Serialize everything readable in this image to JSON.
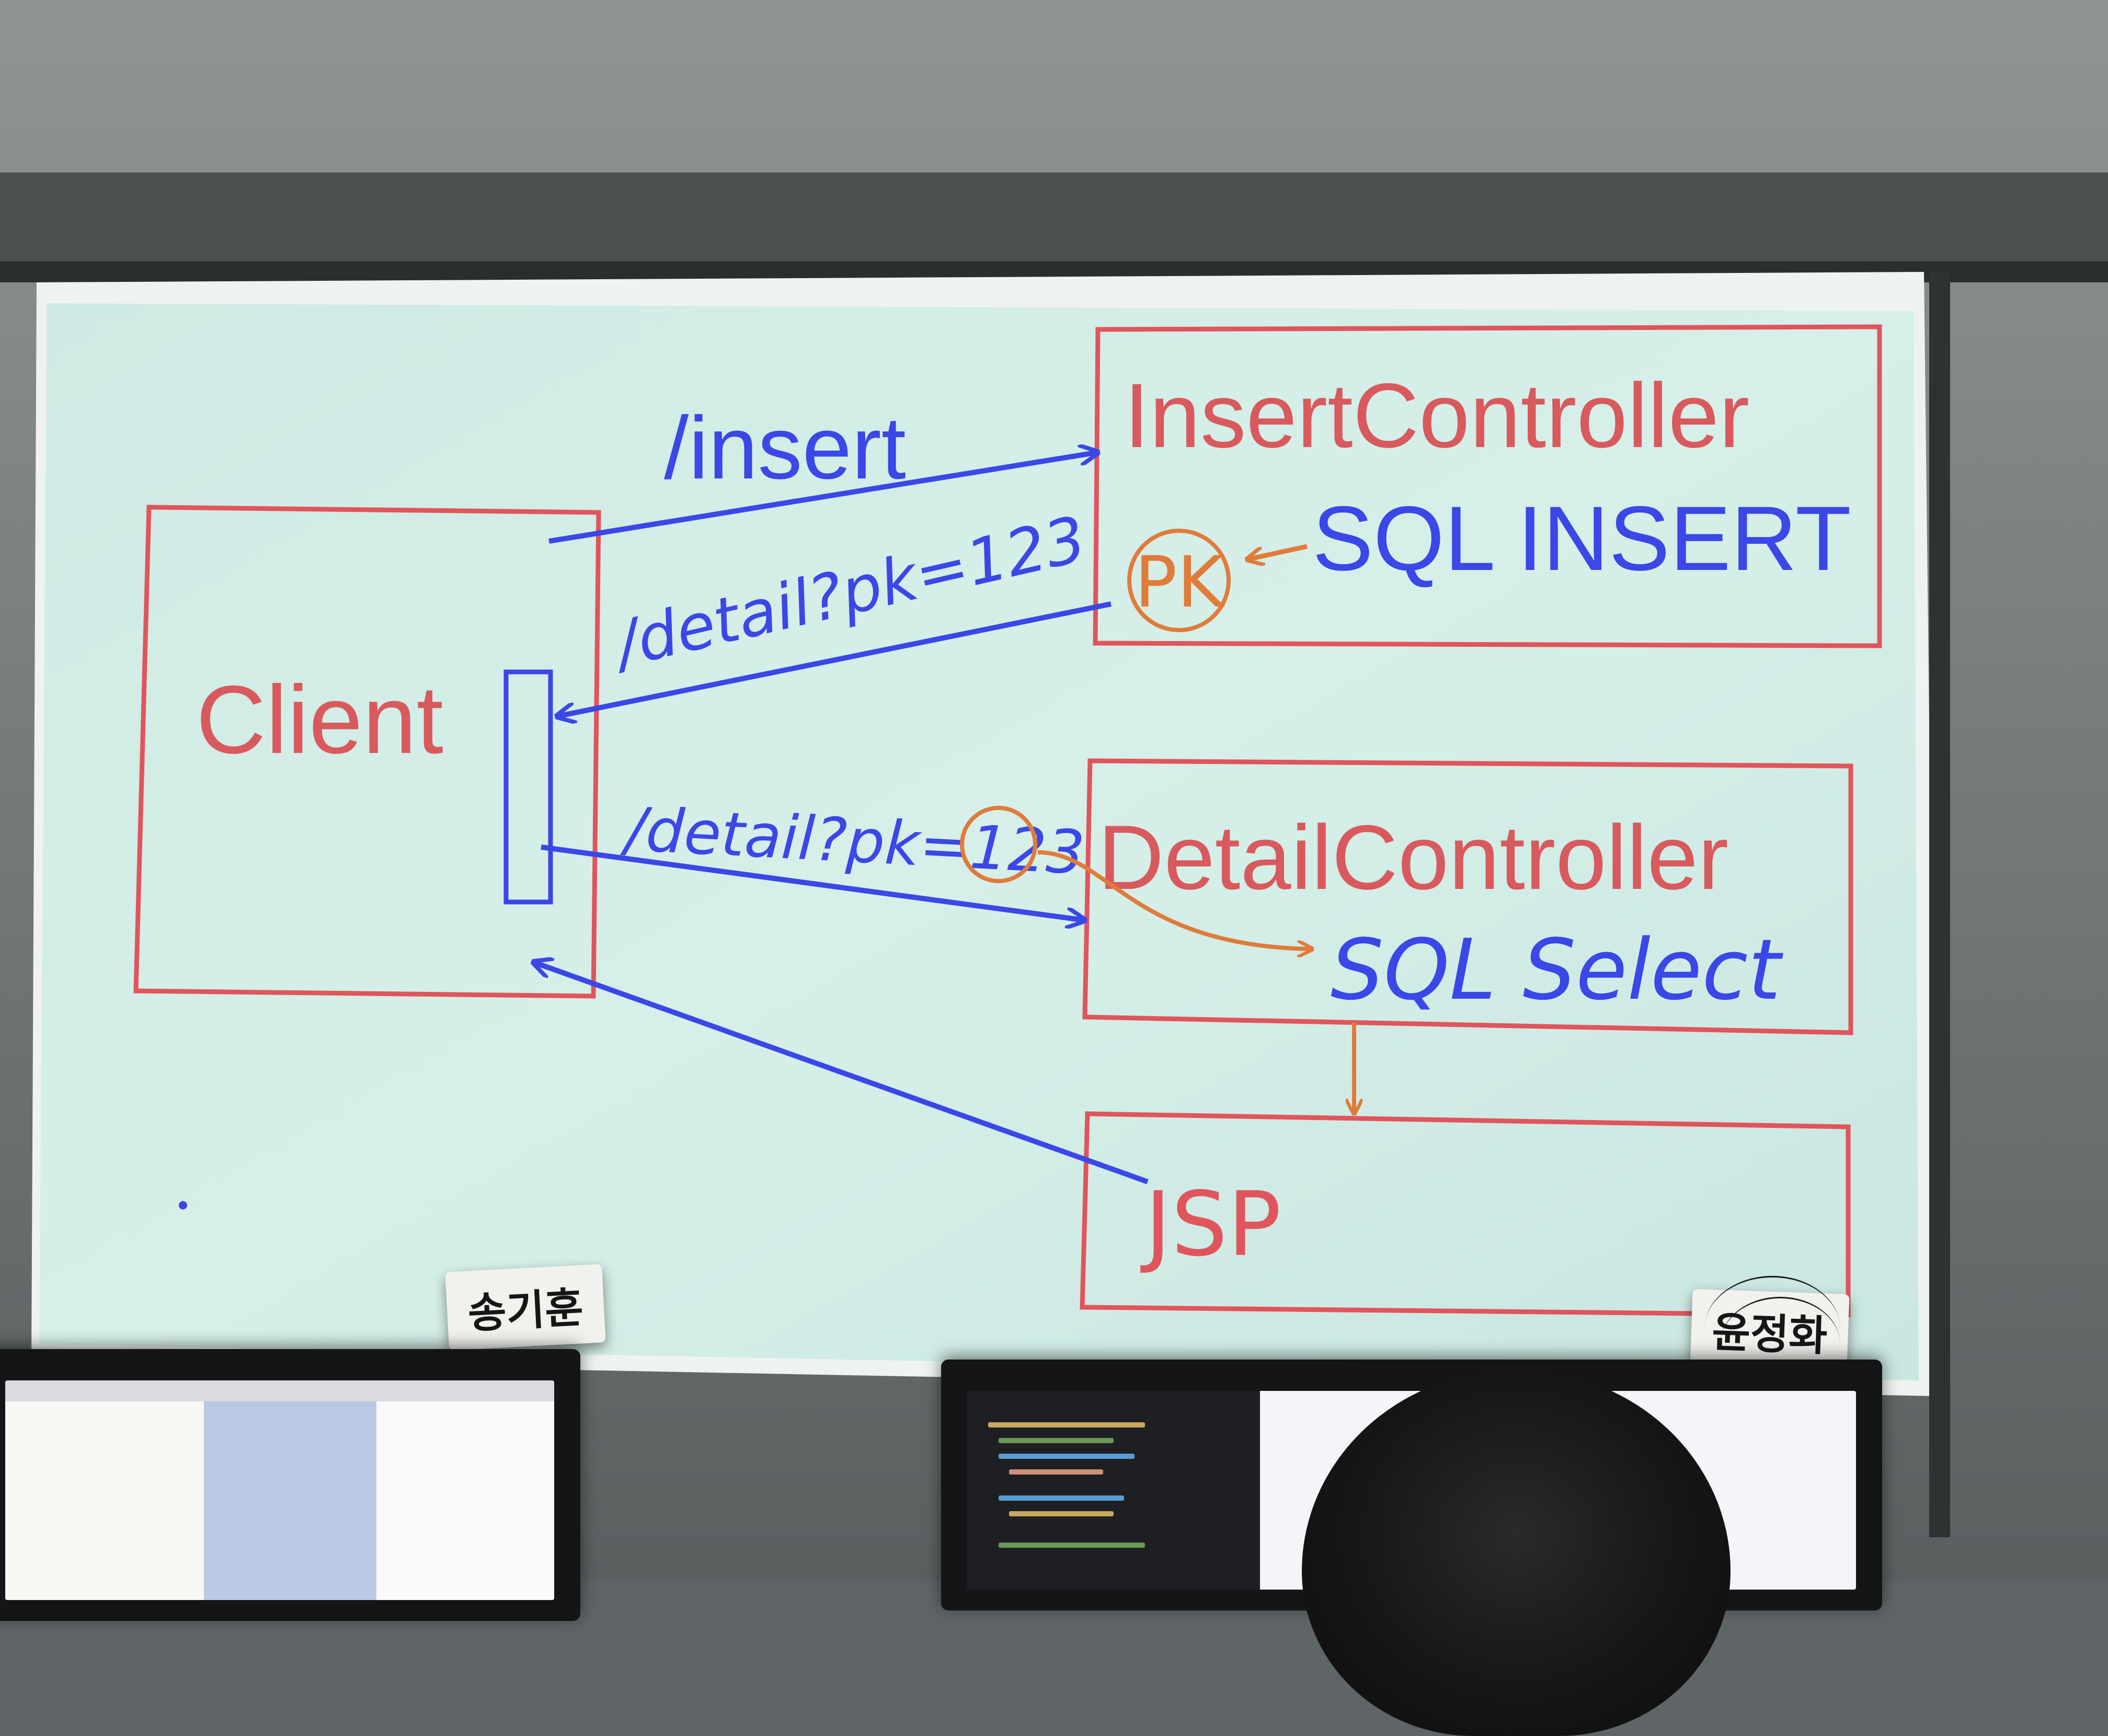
{
  "slide": {
    "client_label": "Client",
    "insert_controller_label": "InsertController",
    "detail_controller_label": "DetailController",
    "sql_insert_label": "SQL INSERT",
    "pk_label": "PK",
    "insert_path_label": "/insert",
    "redirect_path_label": "/detail?pk=123",
    "detail_path_label": "/detail?pk=123",
    "sql_select_label": "SQL Select",
    "jsp_label": "JSP"
  },
  "nameplates": [
    "송기훈",
    "윤정화"
  ],
  "colors": {
    "slide_bg": "#d2ece6",
    "box_outline": "#e0555b",
    "box_text": "#d85a5c",
    "annotation_blue": "#3b47e6",
    "annotation_orange": "#e07b3a",
    "wall": "#6e7475"
  }
}
